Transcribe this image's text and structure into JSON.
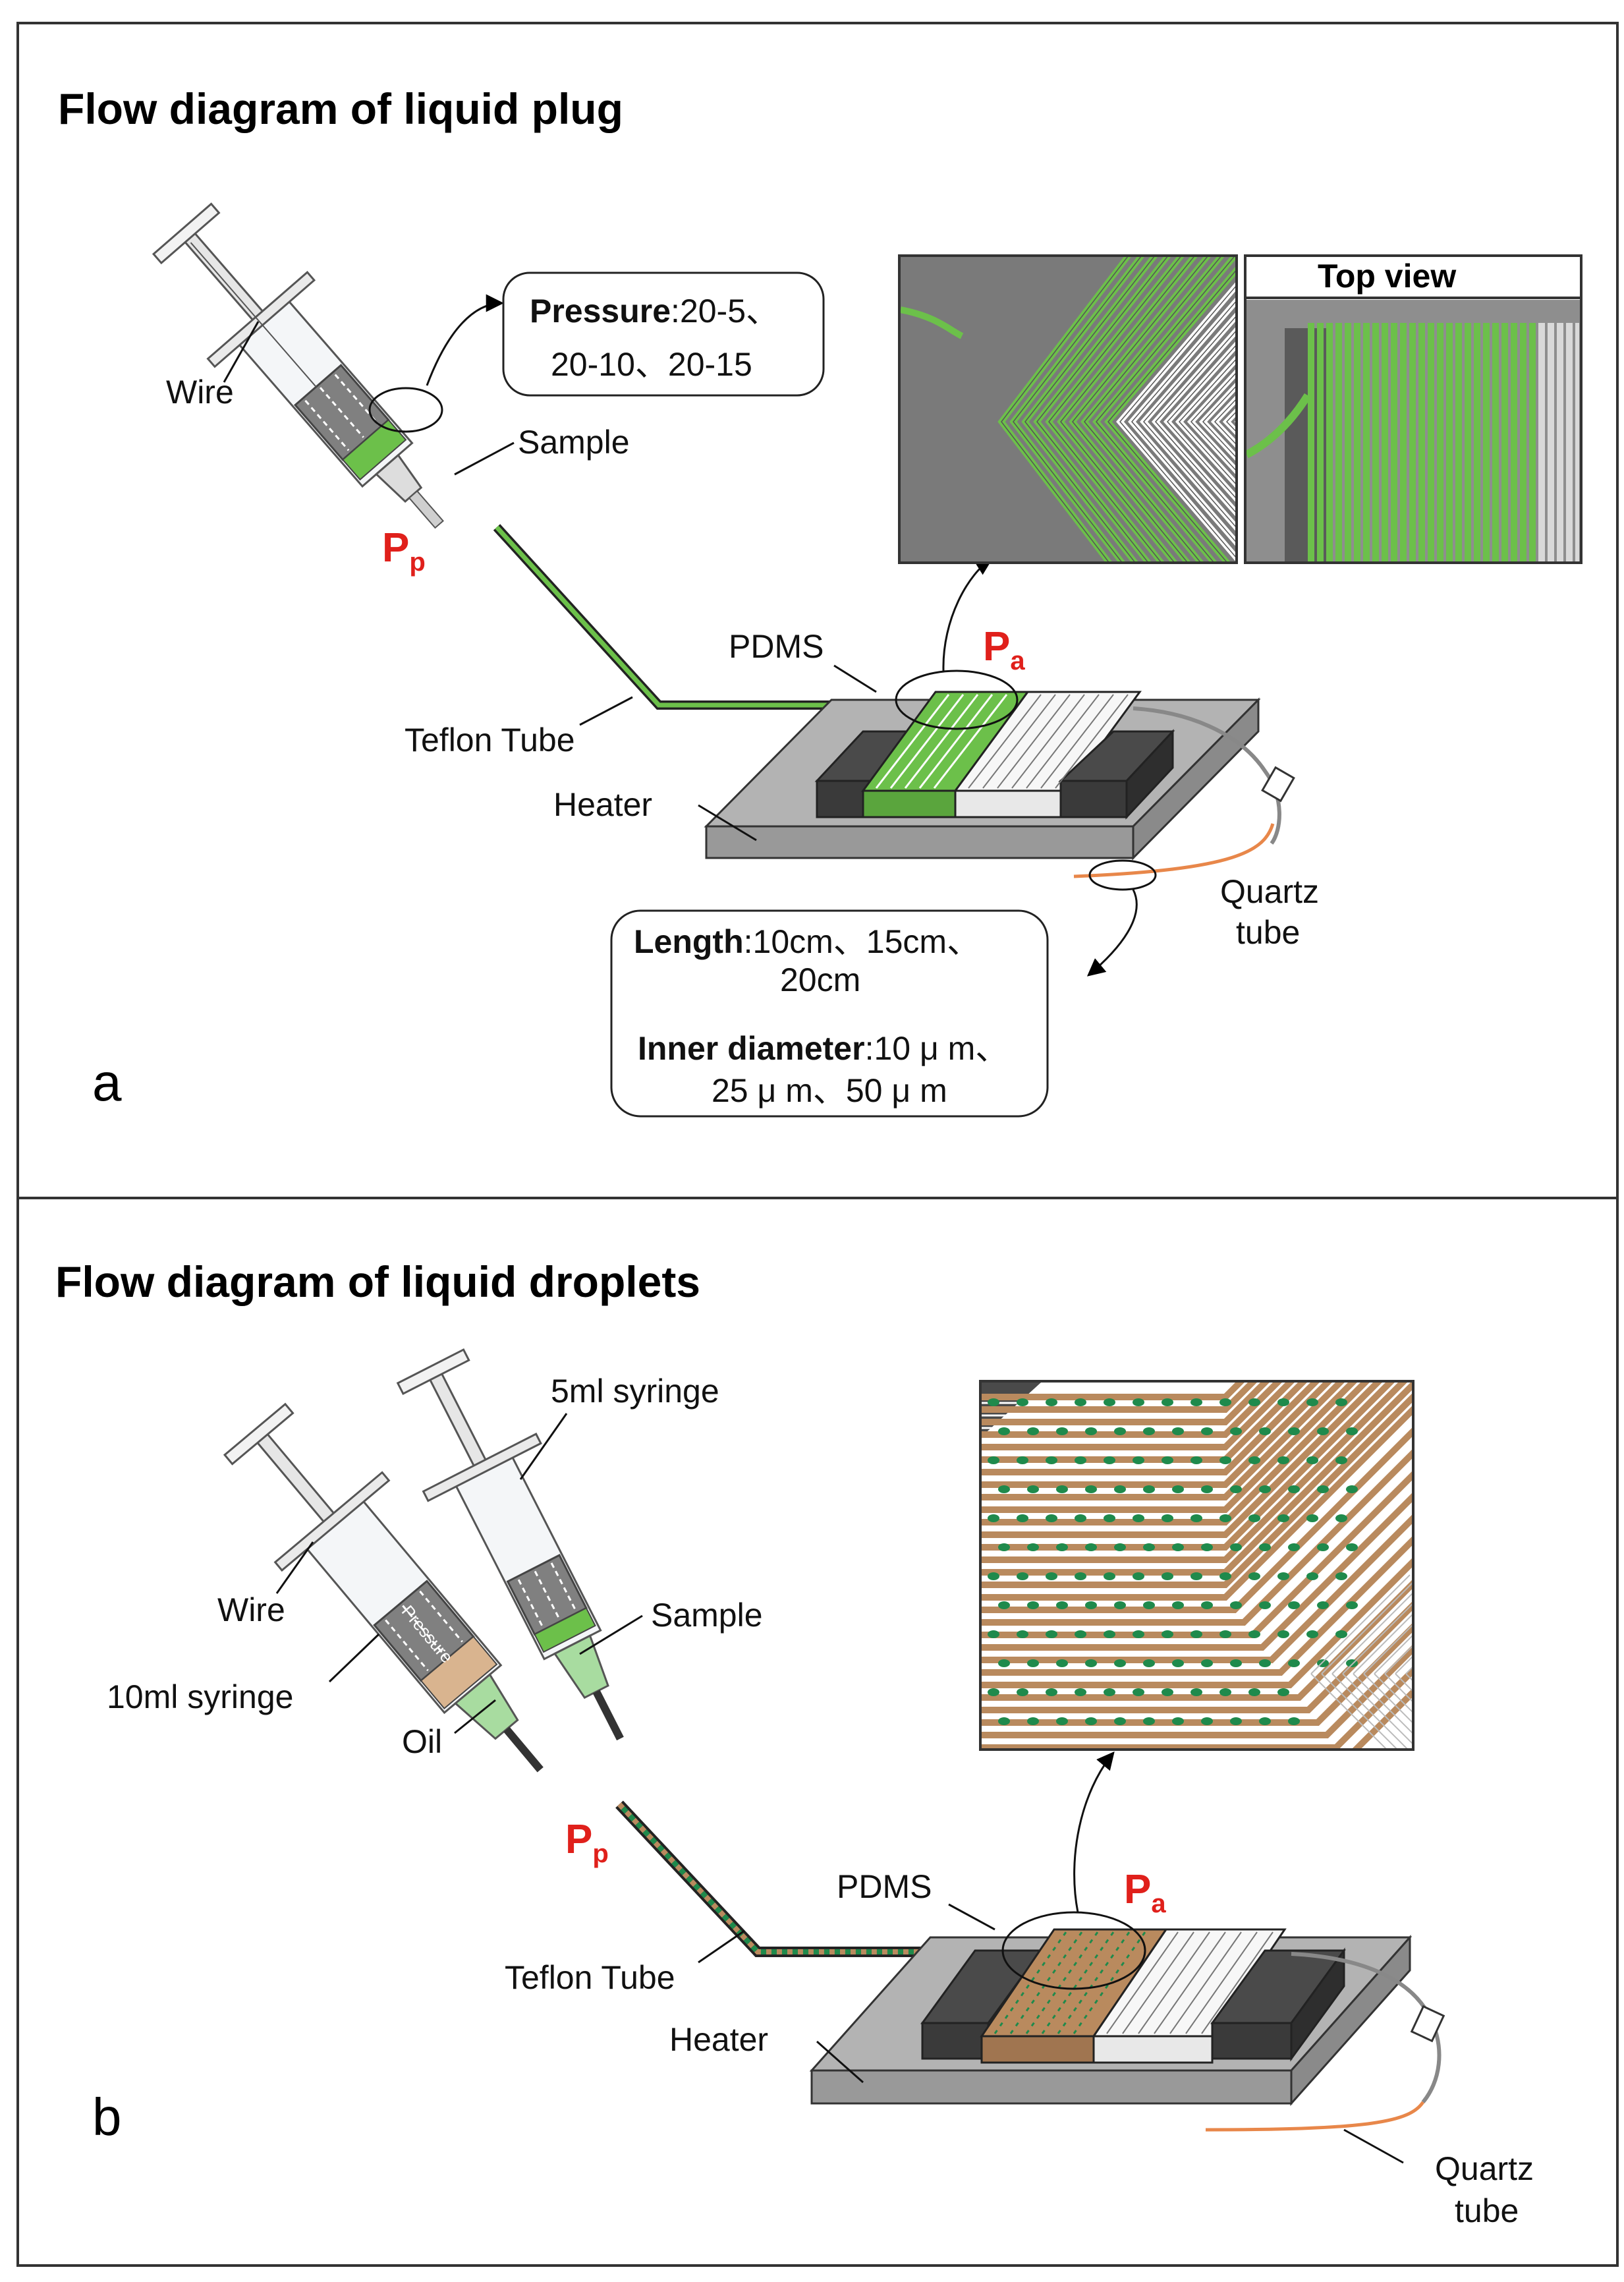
{
  "panel_a": {
    "title": "Flow diagram of  liquid plug",
    "panel_letter": "a",
    "labels": {
      "wire": "Wire",
      "sample": "Sample",
      "pdms": "PDMS",
      "teflon_tube": "Teflon Tube",
      "heater": "Heater",
      "quartz_line1": "Quartz",
      "quartz_line2": "tube",
      "top_view": "Top view"
    },
    "pressure_box": {
      "bold": "Pressure",
      "line1_rest": ":20-5、",
      "line2": "20-10、20-15"
    },
    "quartz_box": {
      "length_bold": "Length",
      "length_rest": ":10cm、15cm、",
      "length_line2": "20cm",
      "diam_bold": "Inner diameter",
      "diam_rest": ":10 μ m、",
      "diam_line2": "25 μ m、50 μ m"
    },
    "pp": {
      "main": "P",
      "sub": "p"
    },
    "pa": {
      "main": "P",
      "sub": "a"
    }
  },
  "panel_b": {
    "title": "Flow diagram of  liquid droplets",
    "panel_letter": "b",
    "labels": {
      "syringe_5ml": "5ml syringe",
      "wire": "Wire",
      "sample": "Sample",
      "syringe_10ml": "10ml syringe",
      "oil": "Oil",
      "pressure_text": "Pressure",
      "pdms": "PDMS",
      "teflon_tube": "Teflon Tube",
      "heater": "Heater",
      "quartz_line1": "Quartz",
      "quartz_line2": "tube"
    },
    "pp": {
      "main": "P",
      "sub": "p"
    },
    "pa": {
      "main": "P",
      "sub": "a"
    }
  },
  "colors": {
    "sample_green": "#6cc04a",
    "droplet_green": "#1f8a4c",
    "oil_brown": "#b98a5e",
    "quartz_orange": "#e8874a",
    "heater_gray": "#a8a8a8",
    "pdms_dark": "#4a4a4a",
    "pressure_red": "#e0201b"
  }
}
